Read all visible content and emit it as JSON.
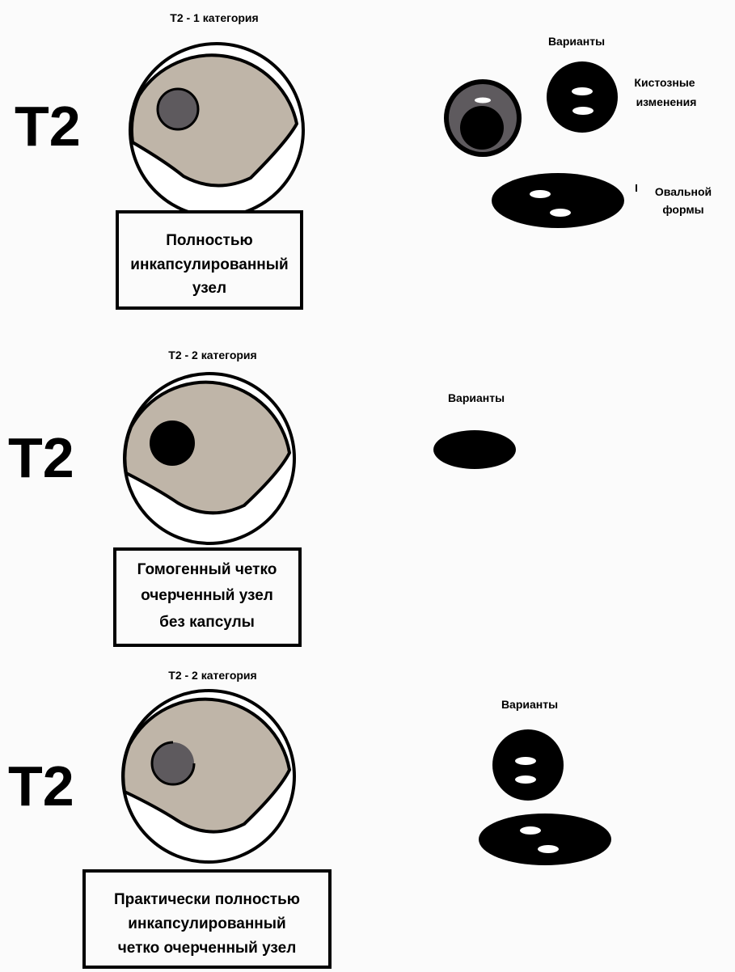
{
  "colors": {
    "background": "#fbfbfb",
    "thyroid_fill": "#bfb5a8",
    "outline": "#000000",
    "nodule_dark_gray": "#5e5a5e",
    "nodule_black": "#000000",
    "cystic_spot": "#ffffff"
  },
  "sections": [
    {
      "category_title": "T2 - 1 категория",
      "big_label": "T2",
      "nodule_style": "dark-gray-with-capsule",
      "description_lines": [
        "Полностью",
        "инкапсулированный",
        "узел"
      ],
      "variants_title": "Варианты",
      "variant_labels": [
        [
          "Кистозные",
          "изменения"
        ],
        [
          "Овальной",
          "формы"
        ]
      ]
    },
    {
      "category_title": "T2 - 2 категория",
      "big_label": "T2",
      "nodule_style": "black-no-capsule",
      "description_lines": [
        "Гомогенный четко",
        "очерченный узел",
        "без капсулы"
      ],
      "variants_title": "Варианты",
      "variant_labels": []
    },
    {
      "category_title": "T2 - 2 категория",
      "big_label": "T2",
      "nodule_style": "dark-gray-partial-capsule",
      "description_lines": [
        "Практически полностью",
        "инкапсулированный",
        "четко очерченный узел"
      ],
      "variants_title": "Варианты",
      "variant_labels": []
    }
  ]
}
